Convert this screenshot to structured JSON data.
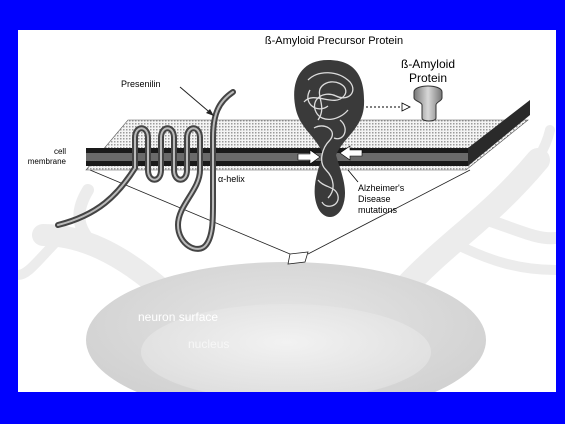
{
  "diagram": {
    "title": "ß-Amyloid Precursor Protein",
    "amyloid_protein_label": [
      "ß-Amyloid",
      "Protein"
    ],
    "presenilin_label": "Presenilin",
    "cell_membrane_label": [
      "cell",
      "membrane"
    ],
    "alpha_helix_label": "α-helix",
    "mutations_label": [
      "Alzheimer's",
      "Disease",
      "mutations"
    ],
    "neuron_surface_label": "neuron surface",
    "nucleus_label": "nucleus"
  },
  "colors": {
    "frame": "#0000ff",
    "canvas": "#ffffff",
    "membrane": "#1a1a1a",
    "protein": "#3a3a3a",
    "neuron": "#e2e2e2"
  }
}
